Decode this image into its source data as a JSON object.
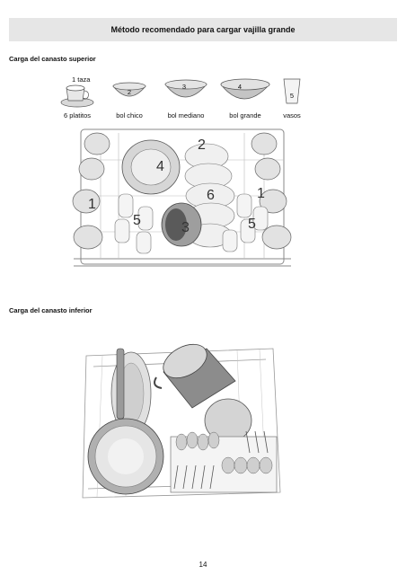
{
  "header": {
    "title": "Método recomendado para cargar vajilla grande"
  },
  "upper_basket": {
    "heading": "Carga del canasto superior",
    "cup_label": "1 taza",
    "items": [
      {
        "label": "6 platitos"
      },
      {
        "label": "bol chico",
        "number": "2"
      },
      {
        "label": "bol mediano",
        "number": "3"
      },
      {
        "label": "bol grande",
        "number": "4"
      },
      {
        "label": "vasos",
        "number": "5"
      }
    ],
    "rack_numbers": [
      "1",
      "2",
      "3",
      "4",
      "5",
      "6",
      "1",
      "5"
    ]
  },
  "lower_basket": {
    "heading": "Carga del canasto inferior"
  },
  "footer": {
    "page_number": "14"
  }
}
